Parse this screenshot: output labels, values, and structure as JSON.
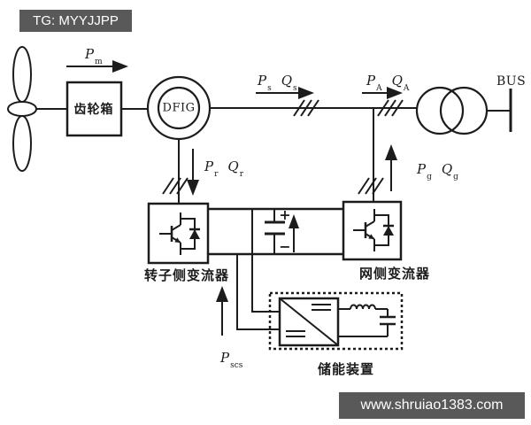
{
  "watermark": {
    "top_left_text": "TG: MYYJJPP",
    "bottom_right_text": "www.shruiao1383.com"
  },
  "components": {
    "gearbox_label": "齿轮箱",
    "generator_label": "DFIG",
    "bus_label": "BUS",
    "rotor_converter_label": "转子侧变流器",
    "grid_converter_label": "网侧变流器",
    "storage_label": "储能装置"
  },
  "power_flows": {
    "mechanical": {
      "p": "P",
      "p_sub": "m"
    },
    "stator": {
      "p": "P",
      "p_sub": "s",
      "q": "Q",
      "q_sub": "s"
    },
    "total": {
      "p": "P",
      "p_sub": "A",
      "q": "Q",
      "q_sub": "A"
    },
    "rotor": {
      "p": "P",
      "p_sub": "r",
      "q": "Q",
      "q_sub": "r"
    },
    "grid_side": {
      "p": "P",
      "p_sub": "g",
      "q": "Q",
      "q_sub": "g"
    },
    "storage": {
      "p": "P",
      "p_sub": "scs"
    }
  },
  "dc_link": {
    "plus": "+",
    "minus": "−"
  },
  "colors": {
    "line": "#1c1c1c",
    "banner_bg": "#595959",
    "banner_text": "#ffffff",
    "background": "#ffffff"
  }
}
